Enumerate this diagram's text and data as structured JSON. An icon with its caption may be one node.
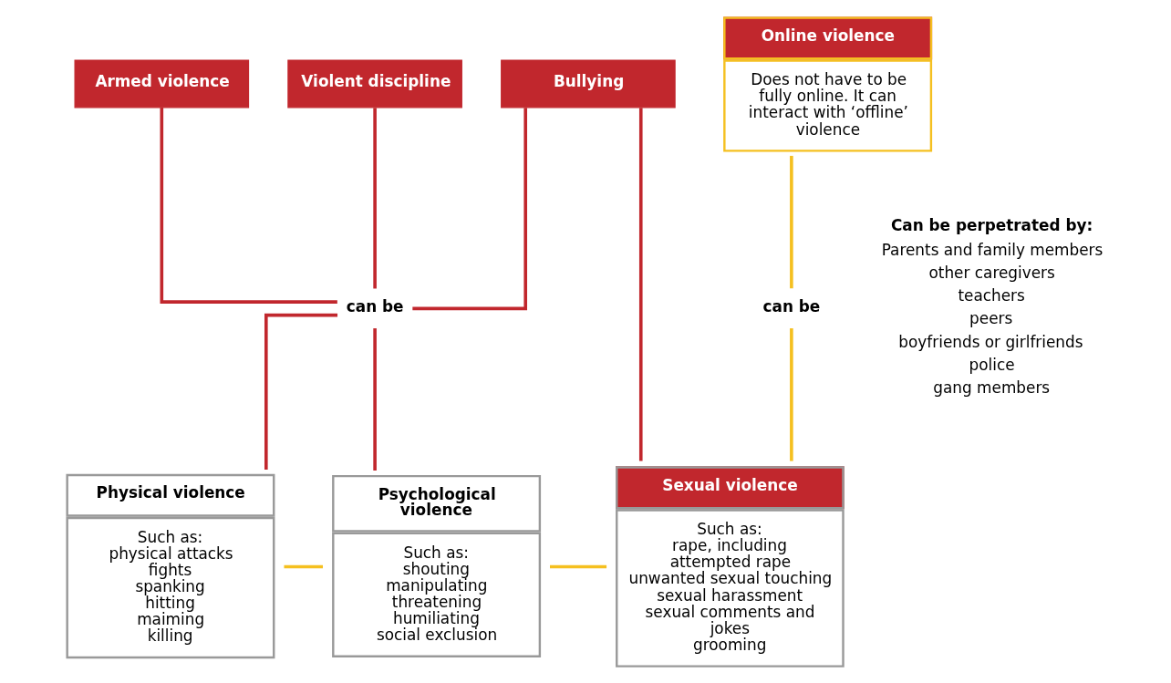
{
  "diagram": {
    "nodes": [
      {
        "text": [
          "Armed violence"
        ]
      },
      {
        "text": [
          "Violent discipline"
        ]
      },
      {
        "text": [
          "Bullying"
        ]
      },
      {
        "text": [
          "Online violence",
          "Does not have to be fully online. It can interact with ‘offline’ violence"
        ]
      },
      {
        "text": [
          "can be"
        ]
      },
      {
        "text": [
          "can be"
        ]
      },
      {
        "text": [
          "Physical violence",
          "Such as:",
          "physical attacks",
          "fights",
          "spanking",
          "hitting",
          "maiming",
          "killing"
        ]
      },
      {
        "text": [
          "Psychological violence",
          "Such as:",
          "shouting",
          "manipulating",
          "threatening",
          "humiliating",
          "social exclusion"
        ]
      },
      {
        "text": [
          "Sexual violence",
          "Such as:",
          "rape, including attempted rape",
          "unwanted sexual touching",
          "sexual harassment",
          "sexual comments and jokes",
          "grooming"
        ]
      }
    ],
    "edges": [
      {
        "from": 0,
        "to": 4,
        "arrow": "none"
      },
      {
        "from": 1,
        "to": 4,
        "arrow": "none"
      },
      {
        "from": 2,
        "to": 4,
        "arrow": "none"
      },
      {
        "from": 4,
        "to": 6,
        "arrow": "none"
      },
      {
        "from": 4,
        "to": 7,
        "arrow": "none"
      },
      {
        "from": 2,
        "to": 8,
        "arrow": "none"
      },
      {
        "from": 3,
        "to": 5,
        "arrow": "none",
        "color": "#f5c020"
      },
      {
        "from": 5,
        "to": 8,
        "arrow": "none",
        "color": "#f5c020"
      },
      {
        "from": 6,
        "to": 7,
        "arrow": "none",
        "color": "#f5c020"
      },
      {
        "from": 7,
        "to": 8,
        "arrow": "none",
        "color": "#f5c020"
      }
    ],
    "labels": [
      "Can be perpetrated by:",
      "Parents and family members",
      "other caregivers",
      "teachers",
      "peers",
      "boyfriends or girlfriends",
      "police",
      "gang members"
    ]
  }
}
